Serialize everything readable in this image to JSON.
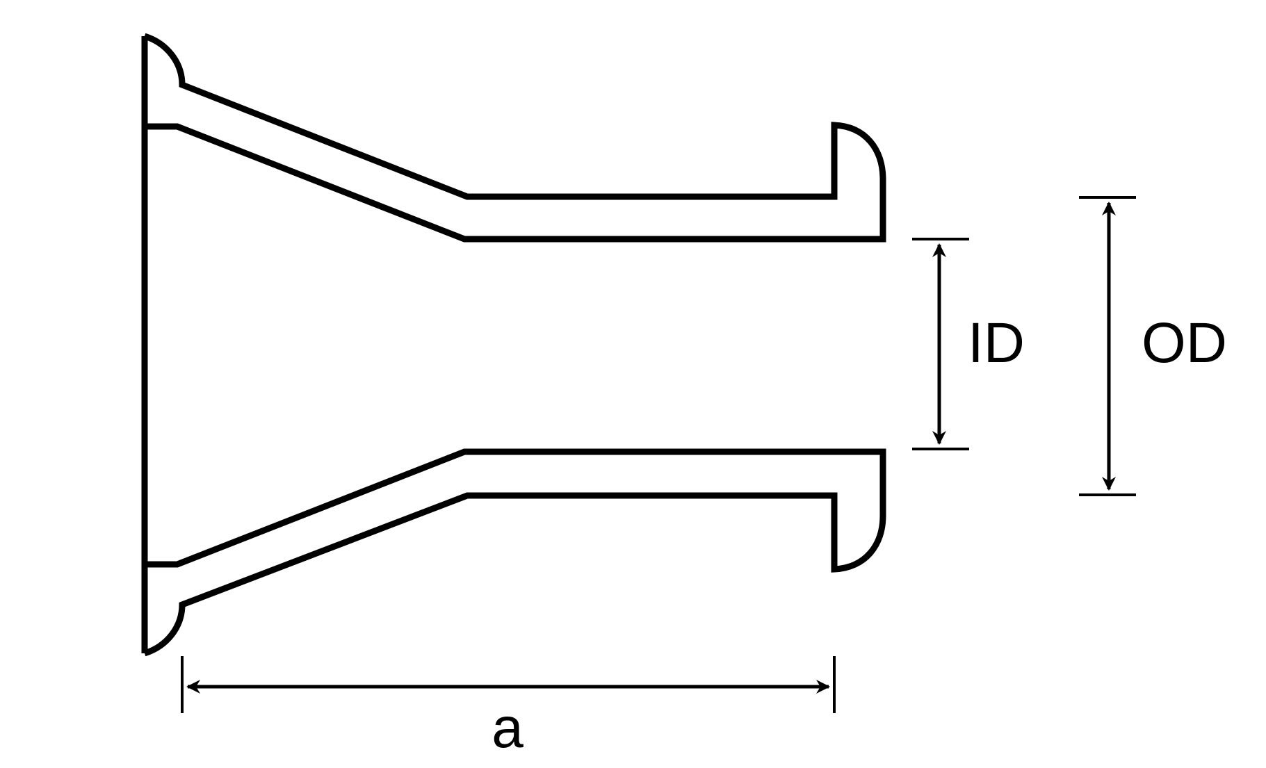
{
  "diagram": {
    "labels": {
      "inner_diameter": "ID",
      "outer_diameter": "OD",
      "length": "a"
    },
    "colors": {
      "background": "#ffffff",
      "stroke": "#000000"
    }
  }
}
